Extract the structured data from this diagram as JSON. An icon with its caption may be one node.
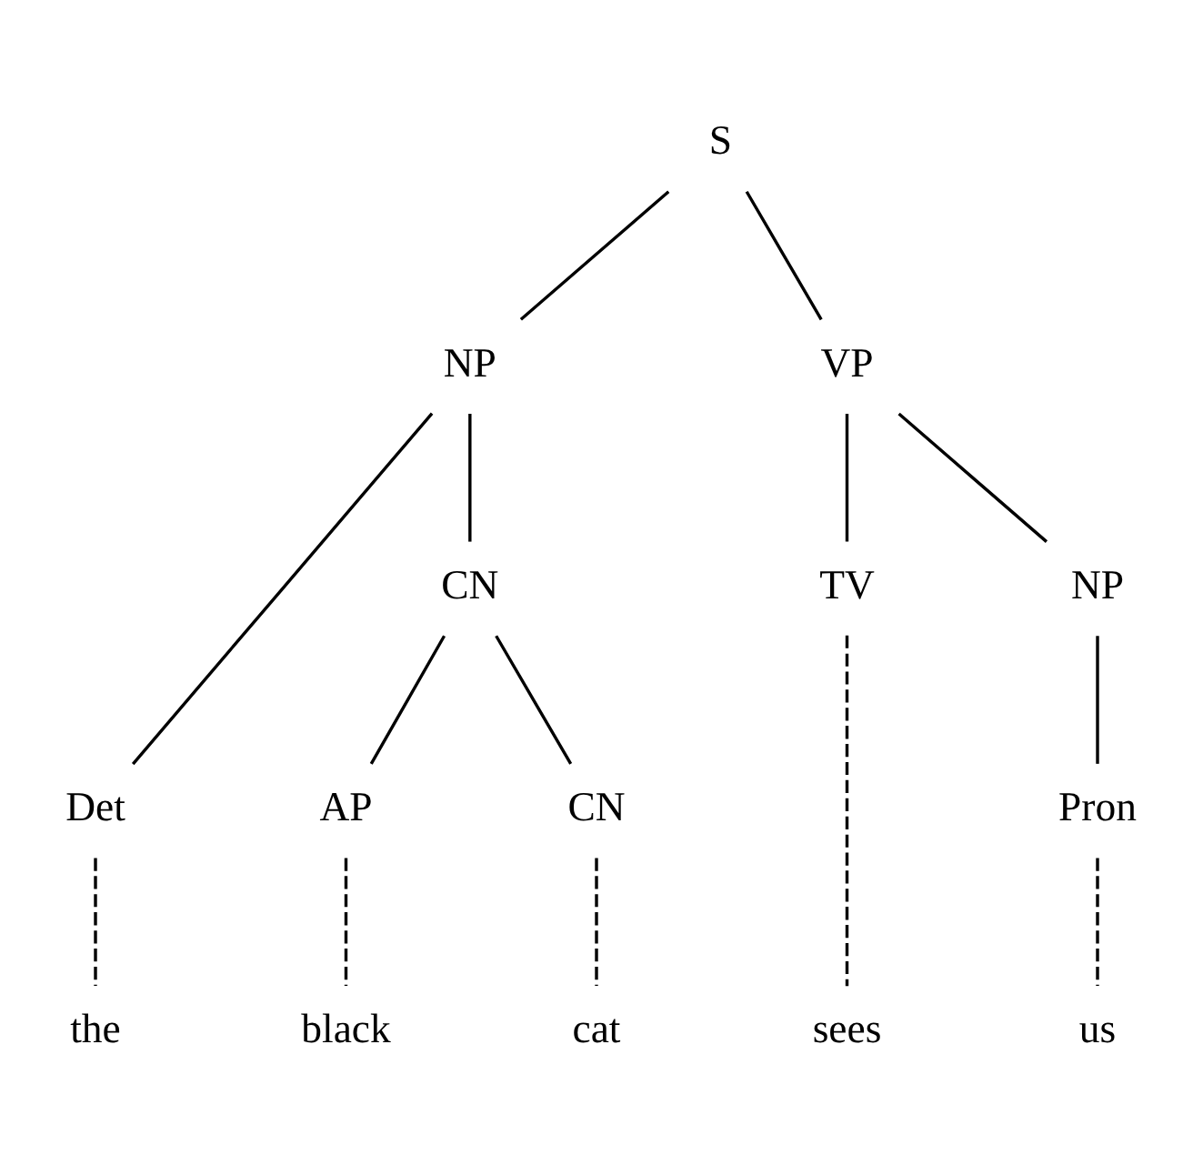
{
  "diagram": {
    "nodes": [
      {
        "text": [
          "S"
        ]
      },
      {
        "text": [
          "NP"
        ]
      },
      {
        "text": [
          "VP"
        ]
      },
      {
        "text": [
          "Det"
        ]
      },
      {
        "text": [
          "CN"
        ]
      },
      {
        "text": [
          "TV"
        ]
      },
      {
        "text": [
          "NP"
        ]
      },
      {
        "text": [
          "AP"
        ]
      },
      {
        "text": [
          "CN"
        ]
      },
      {
        "text": [
          "Pron"
        ]
      },
      {
        "text": [
          "the"
        ]
      },
      {
        "text": [
          "black"
        ]
      },
      {
        "text": [
          "cat"
        ]
      },
      {
        "text": [
          "sees"
        ]
      },
      {
        "text": [
          "us"
        ]
      }
    ],
    "edges": [
      {
        "from": 0,
        "to": 1,
        "arrow": "none"
      },
      {
        "from": 0,
        "to": 2,
        "arrow": "none"
      },
      {
        "from": 1,
        "to": 3,
        "arrow": "none"
      },
      {
        "from": 1,
        "to": 4,
        "arrow": "none"
      },
      {
        "from": 2,
        "to": 5,
        "arrow": "none"
      },
      {
        "from": 2,
        "to": 6,
        "arrow": "none"
      },
      {
        "from": 4,
        "to": 7,
        "arrow": "none"
      },
      {
        "from": 4,
        "to": 8,
        "arrow": "none"
      },
      {
        "from": 6,
        "to": 9,
        "arrow": "none"
      },
      {
        "from": 3,
        "to": 10,
        "arrow": "none",
        "style": "dashed"
      },
      {
        "from": 7,
        "to": 11,
        "arrow": "none",
        "style": "dashed"
      },
      {
        "from": 8,
        "to": 12,
        "arrow": "none",
        "style": "dashed"
      },
      {
        "from": 5,
        "to": 13,
        "arrow": "none",
        "style": "dashed"
      },
      {
        "from": 9,
        "to": 14,
        "arrow": "none",
        "style": "dashed"
      }
    ]
  }
}
